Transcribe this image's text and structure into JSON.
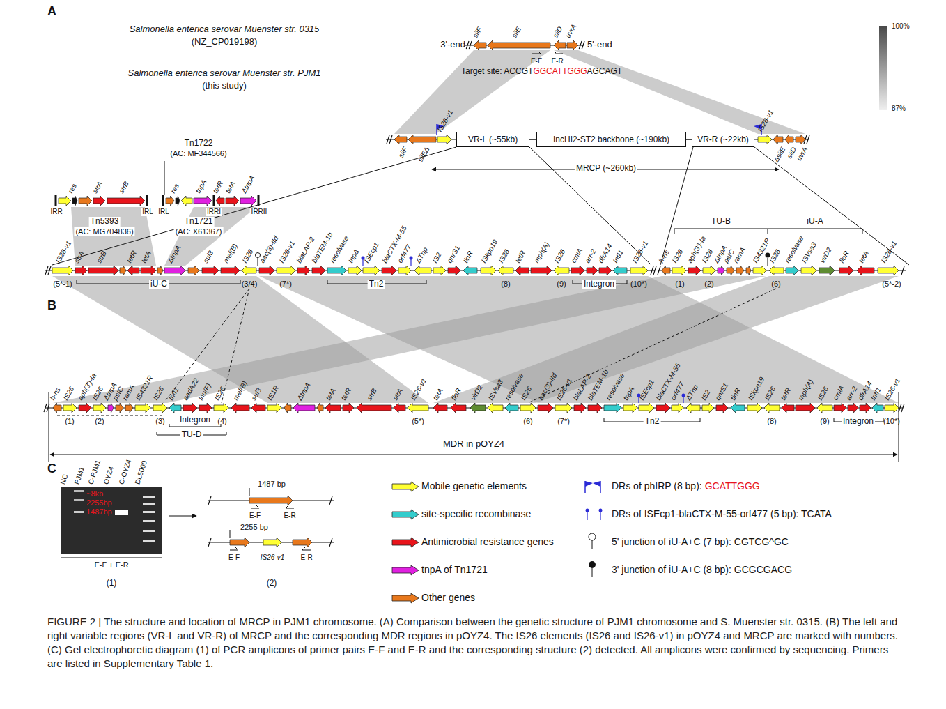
{
  "diagram": {
    "caption": "FIGURE 2 | The structure and location of MRCP in PJM1 chromosome. (A) Comparison between the genetic structure of PJM1 chromosome and S. Muenster str. 0315. (B) The left and right variable regions (VR-L and VR-R) of MRCP and the corresponding MDR regions in pOYZ4. The IS26 elements (IS26 and IS26-v1) in pOYZ4 and MRCP are marked with numbers. (C) Gel electrophoretic diagram (1) of PCR amplicons of primer pairs E-F and E-R and the corresponding structure (2) detected. All amplicons were confirmed by sequencing. Primers are listed in Supplementary Table 1.",
    "nodes": [
      {
        "text": [
          "VR-L (~55kb)"
        ]
      },
      {
        "text": [
          "IncHI2-ST2 backbone (~190kb)"
        ]
      },
      {
        "text": [
          "VR-R (~22kb)"
        ]
      }
    ],
    "edges": [
      {
        "from": 0,
        "to": 1,
        "arrow": "none"
      },
      {
        "from": 1,
        "to": 2,
        "arrow": "none"
      }
    ],
    "labels": [
      "A",
      "Salmonella enterica serovar Muenster str. 0315",
      "(NZ_CP019198)",
      "Salmonella enterica serovar Muenster str. PJM1",
      "(this study)",
      "3'-end",
      "5'-end",
      "siiF",
      "siiE",
      "siiD",
      "uvrA",
      "E-F",
      "E-R",
      "Target site: ACCGT",
      "GGCATTGGG",
      "AGCAGT",
      "100%",
      "87%",
      "siiF",
      "siiEΔ",
      "IS26-v1",
      "IS26-v1",
      "ΔsiiE",
      "siiD",
      "uvrA",
      "MRCP (~260kb)",
      "Tn1722",
      "(AC: MF344566)",
      "res",
      "strA",
      "strB",
      "IRR",
      "IRL",
      "Tn5393",
      "(AC: MG704836)",
      "res",
      "tnpA",
      "tetR",
      "tetA",
      "ΔtnpA",
      "IRL",
      "IRRI",
      "IRRII",
      "Tn1721",
      "(AC: X61367)",
      "IS26-v1",
      "strA",
      "strB",
      "tetR",
      "tetA",
      "ΔtnpA",
      "sul3",
      "mef(B)",
      "IS26",
      "aac(3)-IId",
      "IS26-v1",
      "blaLAP-2",
      "blaTEM-1b",
      "resolvase",
      "tnpΔ",
      "ISEcp1",
      "blaCTX-M-55",
      "orf477",
      "ΔTnp",
      "IS2",
      "qnrS1",
      "tinR",
      "ISkpn19",
      "IS26",
      "tetR",
      "mph(A)",
      "IS26",
      "cmlA",
      "arr-2",
      "dfrA14",
      "IntI1",
      "IS26-v1",
      "(5*-1)",
      "iU-C",
      "(3/4)",
      "(7*)",
      "Tn2",
      "(8)",
      "(9)",
      "Integron",
      "(10*)",
      "h-ns",
      "IS26",
      "aph(3')-Ia",
      "IS26",
      "ΔtnpA",
      "pstC",
      "ramA",
      "IS4321R",
      "IS26",
      "resolvase",
      "ISVsa3",
      "virD2",
      "floR",
      "tetA",
      "IS26-v1",
      "TU-B",
      "iU-A",
      "(1)",
      "(2)",
      "(6)",
      "(5*-2)",
      "B",
      "h-ns",
      "IS26",
      "aph(3')-Ia",
      "IS26",
      "ΔtnpA",
      "pstC",
      "ramA",
      "IS4321R",
      "IS26",
      "IntI1",
      "aadA22",
      "lnu(F)",
      "IS26",
      "mef(B)",
      "sul3",
      "IS1R",
      "ΔtnpA",
      "tetA",
      "tetR",
      "strB",
      "strA",
      "IS26-v1",
      "tetA",
      "floR",
      "virD2",
      "ISVsa3",
      "resolvase",
      "IS26",
      "aac(3)-IId",
      "IS26-v1",
      "blaLAP-2",
      "blaTEM-1b",
      "resolvase",
      "tnpA",
      "ISEcp1",
      "blaCTX-M-55",
      "orf477",
      "ΔTnp",
      "IS2",
      "qnrS1",
      "tinR",
      "ISkpn19",
      "IS26",
      "tetR",
      "mph(A)",
      "IS26",
      "cmlA",
      "arr-2",
      "dfrA14",
      "IntI1",
      "IS26-v1",
      "(1)",
      "(2)",
      "(3)",
      "Integron",
      "(4)",
      "TU-D",
      "(5*)",
      "(6)",
      "(7*)",
      "Tn2",
      "(8)",
      "(9)",
      "Integron",
      "(10*)",
      "MDR in pOYZ4",
      "C",
      "NC",
      "PJM1",
      "C-PJM1",
      "OYZ4",
      "C-OYZ4",
      "DL5000",
      "~8kb",
      "2255bp",
      "1487bp",
      "E-F + E-R",
      "(1)",
      "1487 bp",
      "E-F",
      "E-R",
      "2255 bp",
      "E-F",
      "E-R",
      "IS26-v1",
      "(2)",
      "GCATTGGG"
    ],
    "legend": [
      {
        "text": "Mobile genetic elements",
        "color": "#ffff33"
      },
      {
        "text": "site-specific recombinase",
        "color": "#33cccc"
      },
      {
        "text": "Antimicrobial resistance genes",
        "color": "#e8141b"
      },
      {
        "text": "tnpA of Tn1721",
        "color": "#e020e0"
      },
      {
        "text": "Other genes",
        "color": "#e8781c"
      },
      {
        "text": "DRs of phIRP (8 bp):"
      },
      {
        "text": "DRs of ISEcp1-blaCTX-M-55-orf477 (5 bp): TCATA"
      },
      {
        "text": "5' junction of iU-A+C (7 bp): CGTCG^GC"
      },
      {
        "text": "3' junction of iU-A+C (8 bp): GCGCGACG"
      }
    ]
  }
}
